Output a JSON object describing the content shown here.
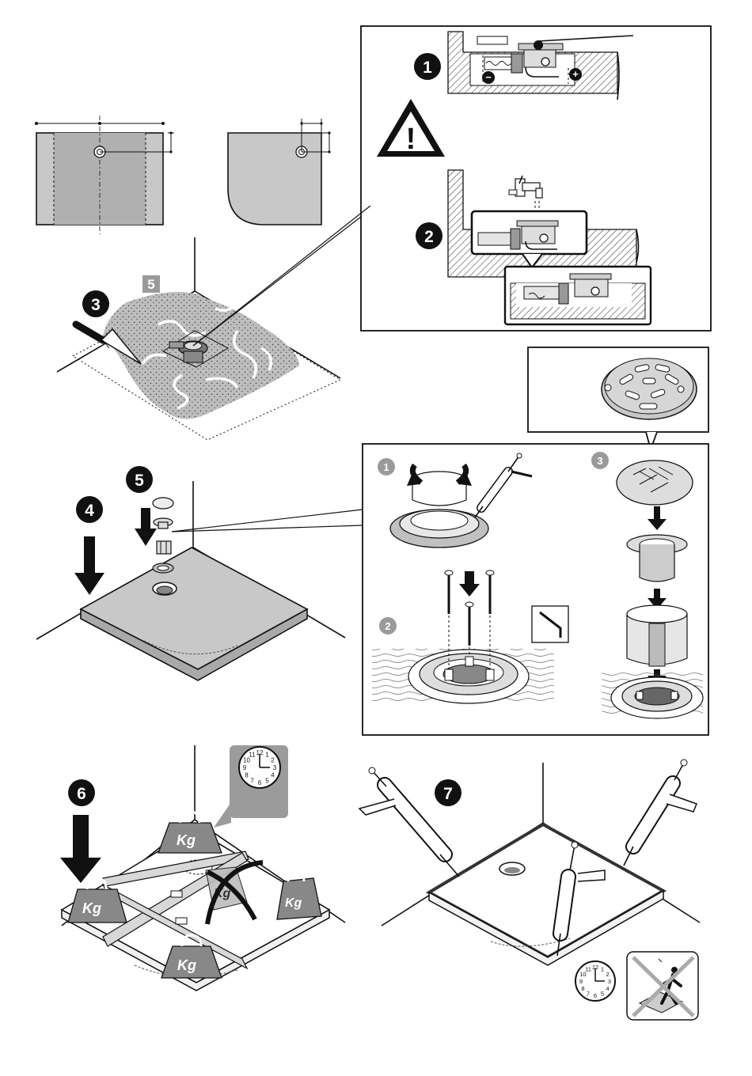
{
  "steps": {
    "s1": "1",
    "s2": "2",
    "s3": "3",
    "s4": "4",
    "s5": "5",
    "s6": "6",
    "s7": "7",
    "s5_grey": "5"
  },
  "detail_steps": {
    "d1": "1",
    "d2": "2",
    "d3": "3"
  },
  "symbols": {
    "minus": "−",
    "plus": "+",
    "warning": "!"
  },
  "weights": {
    "w1": "Kg",
    "w2": "Kg",
    "w3": "Kg",
    "w4": "Kg",
    "w5": "Kg"
  },
  "clocks": {
    "large": [
      "12",
      "1",
      "2",
      "3",
      "4",
      "5",
      "6",
      "7",
      "8",
      "9",
      "10",
      "11"
    ],
    "small": [
      "12",
      "1",
      "2",
      "3",
      "4",
      "5",
      "6",
      "7",
      "8",
      "9",
      "10",
      "11"
    ]
  },
  "colors": {
    "tray": "#c8c8c8",
    "tray_dark": "#a9a9a9",
    "hatch": "#555555",
    "mortar": "#bdbdbd",
    "badge": "#111111",
    "badge_grey": "#9a9a9a",
    "panel_grey": "#9b9b9b"
  },
  "icons": [
    "warning-icon",
    "trowel-icon",
    "tap-icon",
    "hex-key-icon",
    "sealant-gun-icon",
    "weight-icon",
    "clock-icon",
    "no-walking-icon",
    "arrow-down-icon"
  ]
}
